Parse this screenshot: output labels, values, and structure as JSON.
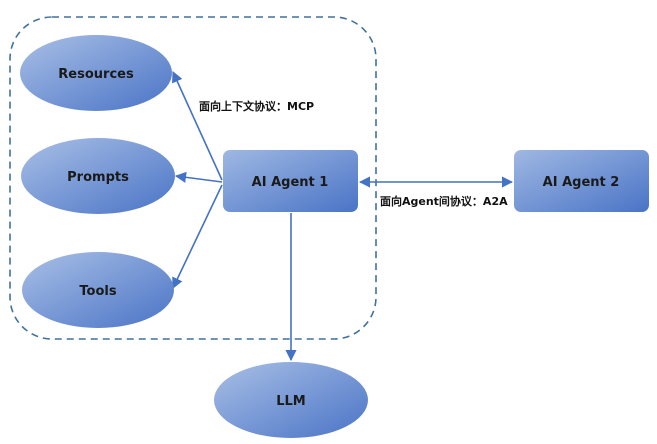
{
  "diagram": {
    "nodes": {
      "resources": {
        "label": "Resources",
        "shape": "ellipse"
      },
      "prompts": {
        "label": "Prompts",
        "shape": "ellipse"
      },
      "tools": {
        "label": "Tools",
        "shape": "ellipse"
      },
      "agent1": {
        "label": "AI Agent 1",
        "shape": "rounded-rect"
      },
      "agent2": {
        "label": "AI Agent 2",
        "shape": "rounded-rect"
      },
      "llm": {
        "label": "LLM",
        "shape": "ellipse"
      }
    },
    "edges": {
      "mcp_label": "面向上下文协议：MCP",
      "a2a_label": "面向Agent间协议：A2A"
    },
    "colors": {
      "fill_light": "#8eaadc",
      "fill_dark": "#4472c4",
      "stroke": "#4472c4",
      "container_border": "#41719c"
    }
  }
}
